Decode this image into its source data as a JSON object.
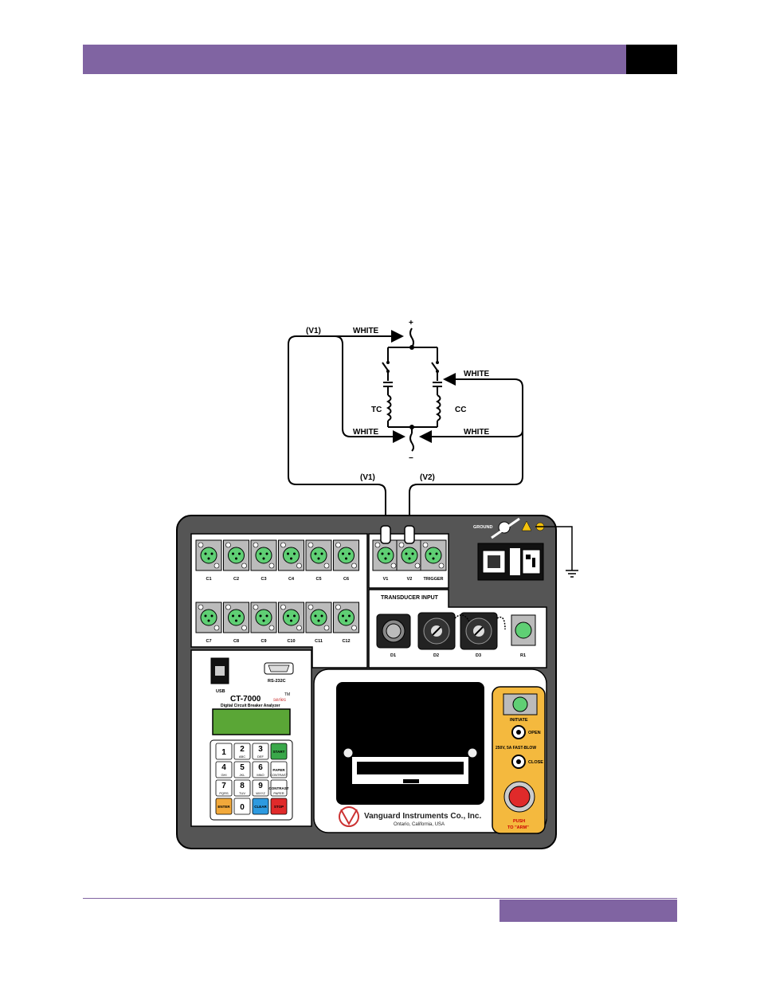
{
  "colors": {
    "accent": "#8064a2",
    "panel": "#555555",
    "connector_green": "#5fcf74",
    "lcd": "#5aa636",
    "start": "#3aa84a",
    "enter": "#f2a93b",
    "clear": "#2d9ae0",
    "stop": "#e02a2a",
    "safety": "#f4b93e"
  },
  "circuit": {
    "plus_label": "+",
    "minus_label": "−",
    "top_wire": {
      "channel": "(V1)",
      "color": "WHITE"
    },
    "cc_wire": {
      "color": "WHITE"
    },
    "bottom_left_wire": {
      "color": "WHITE"
    },
    "bottom_right_wire": {
      "color": "WHITE"
    },
    "trip_coil": "TC",
    "close_coil": "CC",
    "lead_v1": "(V1)",
    "lead_v2": "(V2)"
  },
  "instrument": {
    "contact_inputs_row1": [
      "C1",
      "C2",
      "C3",
      "C4",
      "C5",
      "C6"
    ],
    "contact_inputs_row2": [
      "C7",
      "C8",
      "C9",
      "C10",
      "C11",
      "C12"
    ],
    "voltage_inputs": [
      "V1",
      "V2",
      "TRIGGER"
    ],
    "ground_label": "GROUND",
    "transducer_title": "TRANSDUCER INPUT",
    "transducer_ports": [
      "D1",
      "D2",
      "D3",
      "R1"
    ],
    "usb_label": "USB",
    "rs232_label": "RS-232C",
    "model": "CT-7000",
    "model_series": "series",
    "model_tm": "TM",
    "model_desc": "Digital Circuit Breaker Analyzer",
    "keypad": [
      {
        "main": "1",
        "sub": ""
      },
      {
        "main": "2",
        "sub": "ABC"
      },
      {
        "main": "3",
        "sub": "DEF"
      },
      {
        "main": "START",
        "sub": ""
      },
      {
        "main": "4",
        "sub": "GHI"
      },
      {
        "main": "5",
        "sub": "JKL"
      },
      {
        "main": "6",
        "sub": "MNO"
      },
      {
        "main": "PAPER",
        "sub": "CONTRAST"
      },
      {
        "main": "7",
        "sub": "PQRS"
      },
      {
        "main": "8",
        "sub": "TUV"
      },
      {
        "main": "9",
        "sub": "WXYZ"
      },
      {
        "main": "CONTRAST",
        "sub": "PAPER"
      },
      {
        "main": "ENTER",
        "sub": ""
      },
      {
        "main": "0",
        "sub": ""
      },
      {
        "main": "CLEAR",
        "sub": ""
      },
      {
        "main": "STOP",
        "sub": ""
      }
    ],
    "initiate_label": "INITIATE",
    "open_label": "OPEN",
    "close_label": "CLOSE",
    "fuse_label": "250V, 5A FAST-BLOW",
    "arm_label_1": "PUSH",
    "arm_label_2": "TO \"ARM\"",
    "company": "Vanguard Instruments Co., Inc.",
    "company_location": "Ontario, California, USA"
  }
}
